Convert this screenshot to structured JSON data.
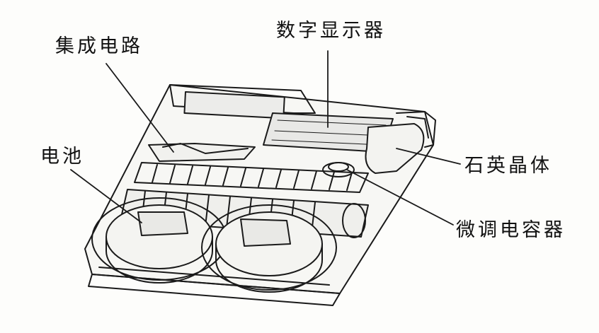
{
  "labels": {
    "integrated_circuit": "集成电路",
    "digital_display": "数字显示器",
    "quartz_crystal": "石英晶体",
    "battery": "电池",
    "trimmer_capacitor": "微调电容器"
  },
  "colors": {
    "ink": "#1a1a1a",
    "paper": "#fdfdfb"
  }
}
